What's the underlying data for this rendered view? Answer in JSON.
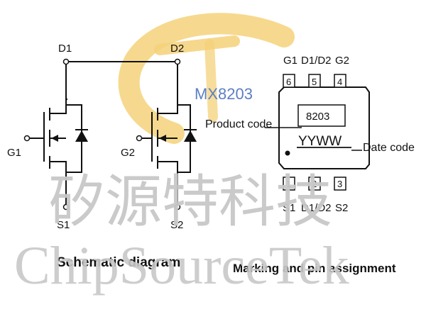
{
  "colors": {
    "logo_gold": "#f1c75a",
    "watermark_gray": "#c8c8c8",
    "model_blue": "#5c7fc4",
    "line": "#111111"
  },
  "schematic": {
    "terminals": {
      "d1": "D1",
      "d2": "D2",
      "g1": "G1",
      "g2": "G2",
      "s1": "S1",
      "s2": "S2"
    },
    "caption": "Schematic diagram"
  },
  "package": {
    "pin_top_labels": [
      "G1",
      "D1/D2",
      "G2"
    ],
    "pin_top_numbers": [
      "6",
      "5",
      "4"
    ],
    "pin_bottom_numbers": [
      "1",
      "2",
      "3"
    ],
    "pin_bottom_labels": [
      "S1",
      "D1/D2",
      "S2"
    ],
    "marking_code": "8203",
    "date_marking": "YYWW",
    "product_code_label": "Product code",
    "date_code_label": "Date code",
    "caption": "Marking and pin assignment"
  },
  "watermark": {
    "model": "MX8203",
    "chinese": "矽源特科技",
    "english": "ChipSourceTek"
  }
}
